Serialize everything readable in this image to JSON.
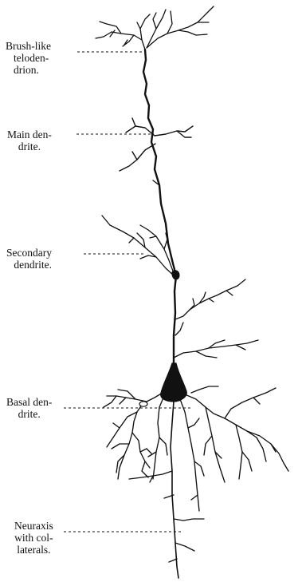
{
  "labels": {
    "brush": [
      "Brush-like",
      "teloden-",
      "drion."
    ],
    "main": [
      "Main den-",
      "drite."
    ],
    "secondary": [
      "Secondary",
      "dendrite."
    ],
    "basal": [
      "Basal den-",
      "drite."
    ],
    "neuraxis": [
      "Neuraxis",
      "with col-",
      "laterals."
    ]
  },
  "colors": {
    "ink": "#111111",
    "paper": "#ffffff"
  }
}
